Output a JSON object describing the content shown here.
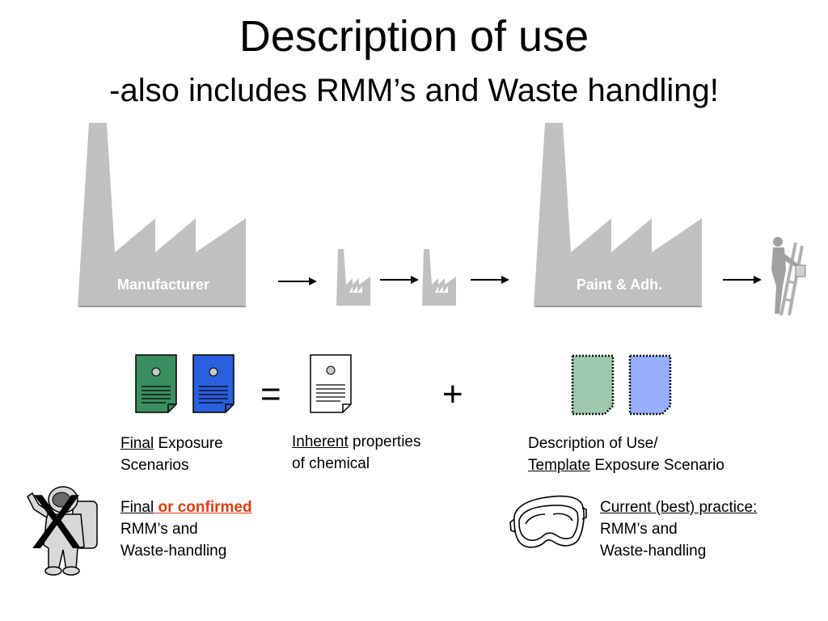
{
  "slide": {
    "title": "Description of use",
    "subtitle": "-also includes RMM’s and Waste handling!"
  },
  "factories": {
    "manufacturer_label": "Manufacturer",
    "paint_label": "Paint & Adh."
  },
  "equation": {
    "equals": "=",
    "plus": "+"
  },
  "captions": {
    "final_es_underlined": "Final",
    "final_es_rest": " Exposure",
    "final_es_line2": "Scenarios",
    "inherent_underlined": "Inherent",
    "inherent_rest": " properties",
    "inherent_line2": "of chemical",
    "desc_line1": "Description of Use/",
    "desc_underlined": "Template",
    "desc_rest": " Exposure Scenario",
    "final_rmm_underlined": "Final",
    "final_rmm_red": " or confirmed",
    "final_rmm_line2": "RMM’s and",
    "final_rmm_line3": "Waste-handling",
    "current_line1": "Current (best) practice:",
    "current_line2": "RMM’s and",
    "current_line3": "Waste-handling"
  },
  "cross_mark": "X",
  "colors": {
    "factory_gray": "#c0c0c0",
    "doc_green": "#3a8f5f",
    "doc_blue": "#2a5fe0",
    "doc_light_green": "#9cc9ad",
    "doc_light_blue": "#96aefb",
    "emphasis_red": "#e03c10"
  },
  "icons": [
    "factory-icon",
    "arrow-icon",
    "worker-icon",
    "document-icon",
    "protective-suit-icon",
    "goggles-icon"
  ]
}
